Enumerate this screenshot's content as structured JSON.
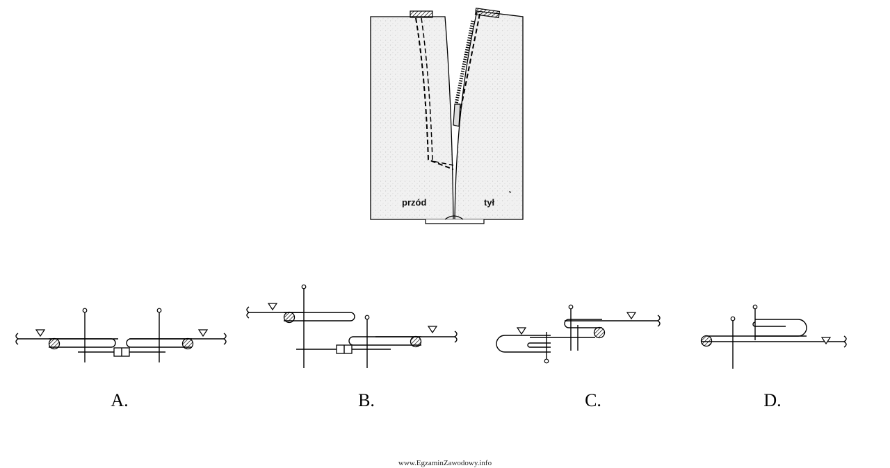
{
  "garment": {
    "front_label": "przód",
    "back_label": "tył"
  },
  "options": [
    {
      "id": "A",
      "label": "A."
    },
    {
      "id": "B",
      "label": "B."
    },
    {
      "id": "C",
      "label": "C."
    },
    {
      "id": "D",
      "label": "D."
    }
  ],
  "footer": "www.EgzaminZawodowy.info"
}
